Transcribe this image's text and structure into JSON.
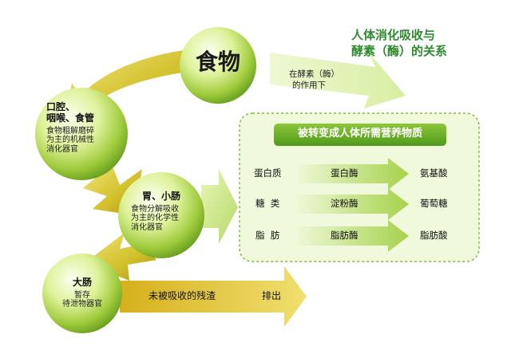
{
  "title": {
    "line1": "人体消化吸收与",
    "line2": "酵素（酶）的关系"
  },
  "food": "食物",
  "condition": {
    "line1": "在酵素（酶）",
    "line2": "的作用下"
  },
  "mouth": {
    "name1": "口腔、",
    "name2": "咽喉、食管",
    "desc1": "食物粗解磨碎",
    "desc2": "为主的机械性",
    "desc3": "消化器官"
  },
  "stomach": {
    "name": "胃、小肠",
    "desc1": "食物分解吸收",
    "desc2": "为主的化学性",
    "desc3": "消化器官"
  },
  "colon": {
    "name": "大肠",
    "desc1": "暂存",
    "desc2": "待泄物器官"
  },
  "box_header": "被转变成人体所需营养物质",
  "rows": [
    {
      "label": "蛋白质",
      "enzyme": "蛋白酶",
      "result": "氨基酸"
    },
    {
      "label": "糖  类",
      "enzyme": "淀粉酶",
      "result": "葡萄糖"
    },
    {
      "label": "脂  肪",
      "enzyme": "脂肪酶",
      "result": "脂肪酸"
    }
  ],
  "residue": "未被吸收的残渣",
  "excrete": "排出",
  "colors": {
    "green_light": "#e8f6c4",
    "green_mid": "#a8d04a",
    "green_dark": "#5a9a1e",
    "olive": "#c8b820",
    "title_green": "#2e8b2e"
  }
}
